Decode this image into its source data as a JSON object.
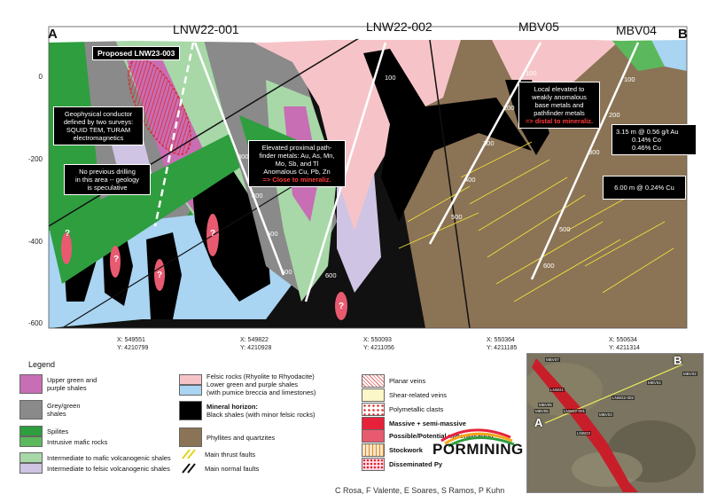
{
  "section": {
    "end_a": "A",
    "end_b": "B",
    "drillholes": [
      "LNW22-001",
      "LNW22-002",
      "MBV05",
      "MBV04"
    ],
    "y_ticks": [
      "0",
      "-200",
      "-400",
      "-600"
    ],
    "coords": [
      {
        "x": "X: 549551",
        "y": "Y: 4210799"
      },
      {
        "x": "X: 549822",
        "y": "Y: 4210928"
      },
      {
        "x": "X: 550093",
        "y": "Y: 4211056"
      },
      {
        "x": "X: 550364",
        "y": "Y: 4211185"
      },
      {
        "x": "X: 550634",
        "y": "Y: 4211314"
      }
    ],
    "depth_marks": [
      "100",
      "200",
      "300",
      "400",
      "500",
      "600"
    ]
  },
  "callouts": {
    "proposed": "Proposed LNW23-003",
    "conductor": [
      "Geophysical conductor",
      "defined by two surveys:",
      "SQUID TEM, TURAM",
      "electromagnetics"
    ],
    "no_drilling": [
      "No previous drilling",
      "in this area -- geology",
      "is speculative"
    ],
    "proximal": [
      "Elevated proximal path-",
      "finder metals: Au, As, Mn,",
      "Mo, Sb, and Tl",
      "Anomalous Cu, Pb, Zn"
    ],
    "proximal_red": "=> Close to mineraliz.",
    "distal": [
      "Local elevated to",
      "weakly anomalous",
      "base metals and",
      "pathfinder metals"
    ],
    "distal_red": "=> distal to mineraliz.",
    "assay1": [
      "3.15 m @ 0.56 g/t Au",
      "0.14% Co",
      "0.46% Cu"
    ],
    "assay2": "6.00 m @ 0.24% Cu",
    "question": "?"
  },
  "legend": {
    "title": "Legend",
    "col1": [
      {
        "label": [
          "Upper green and",
          "purple shales"
        ],
        "colors": [
          "#c76eb4"
        ]
      },
      {
        "label": [
          "Grey/green",
          "shales"
        ],
        "colors": [
          "#8a8a8a"
        ]
      },
      {
        "label": [
          "Spilites",
          "Intrusive mafic rocks"
        ],
        "colors": [
          "#2e9e3e",
          "#5cb85c"
        ]
      },
      {
        "label": [
          "Intermediate to mafic volcanogenic shales",
          "Intermediate to felsic volcanogenic shales"
        ],
        "colors": [
          "#a8d8a8",
          "#cfc4e3"
        ]
      }
    ],
    "col2": [
      {
        "label": [
          "Felsic rocks (Rhyolite to Rhyodacite)",
          "Lower green and purple shales",
          "(with pumice breccia and limestones)"
        ],
        "colors": [
          "#f6c4c8",
          "#a9d4f2"
        ]
      },
      {
        "label_bold": "Mineral horizon:",
        "label": [
          "Black shales (with minor felsic rocks)"
        ],
        "colors": [
          "#000000"
        ]
      },
      {
        "label": [
          "Phyllites and quartzites"
        ],
        "colors": [
          "#8b7355"
        ]
      },
      {
        "label": [
          "Main thrust faults"
        ],
        "icon": "thrust-fault-icon"
      },
      {
        "label": [
          "Main normal faults"
        ],
        "icon": "normal-fault-icon"
      }
    ],
    "col3": [
      {
        "label": "Planar veins",
        "icon": "planar-veins-icon"
      },
      {
        "label": "Shear-related veins",
        "icon": "shear-veins-icon"
      },
      {
        "label": "Polymetallic clasts",
        "icon": "polymetallic-clasts-icon"
      },
      {
        "label": "Massive + semi-massive",
        "icon": "massive-icon"
      },
      {
        "label": "Possible/Potential mineralisation",
        "icon": "possible-icon"
      },
      {
        "label": "Stockwork",
        "icon": "stockwork-icon"
      },
      {
        "label": "Disseminated Py",
        "icon": "disseminated-icon"
      }
    ]
  },
  "map": {
    "end_a": "A",
    "end_b": "B",
    "labels": [
      "MBV07",
      "LNW21",
      "MBV05",
      "LNW22-002",
      "MBV04",
      "LNW22-001",
      "MBV03",
      "LNW23",
      "MBV02",
      "MBV06"
    ]
  },
  "logo": "PORMINING",
  "credits": "C Rosa, F Valente, E Soares, S Ramos, P Kuhn",
  "colors": {
    "felsic": "#f6c4c8",
    "black_shale": "#000000",
    "phyllite": "#8b7355",
    "spilite": "#2e9e3e",
    "lower_shale": "#a9d4f2",
    "upper_shale": "#c76eb4",
    "grey_shale": "#8a8a8a",
    "massive": "#e8213a"
  }
}
